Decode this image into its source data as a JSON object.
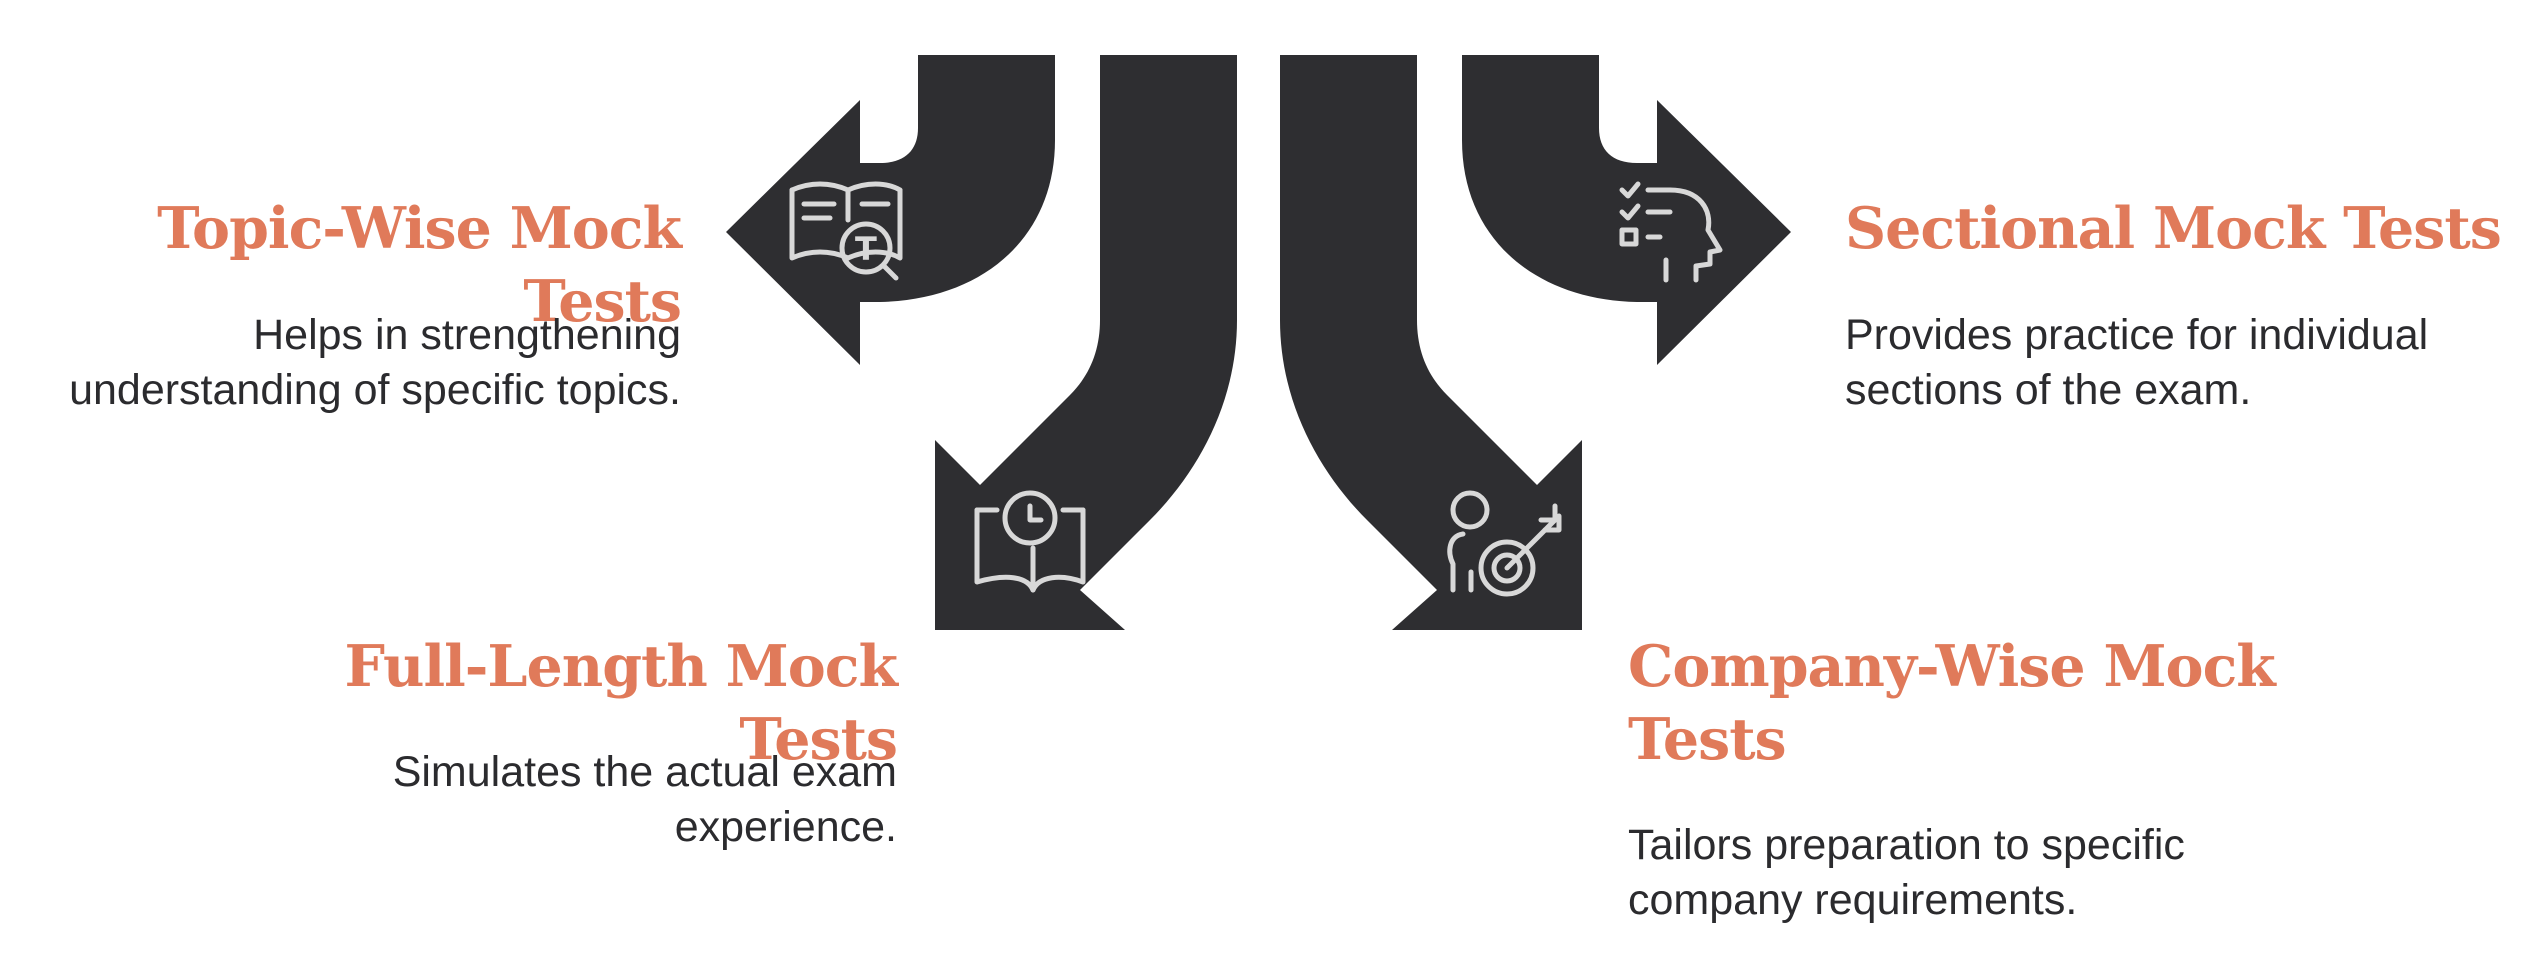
{
  "colors": {
    "title": "#E07A5A",
    "text": "#2B2B2E",
    "arrow": "#2E2E31",
    "icon": "#D8D8D8",
    "background": "#FFFFFF"
  },
  "items": [
    {
      "key": "topic",
      "title": "Topic-Wise Mock Tests",
      "description": "Helps in strengthening understanding of specific topics.",
      "icon": "book-search-icon"
    },
    {
      "key": "sectional",
      "title": "Sectional Mock Tests",
      "description": "Provides practice for individual sections of the exam.",
      "icon": "checklist-head-icon"
    },
    {
      "key": "full",
      "title": "Full-Length Mock Tests",
      "description": "Simulates the actual exam experience.",
      "icon": "book-clock-icon"
    },
    {
      "key": "company",
      "title": "Company-Wise Mock Tests",
      "description": "Tailors preparation to specific company requirements.",
      "icon": "person-target-icon"
    }
  ]
}
